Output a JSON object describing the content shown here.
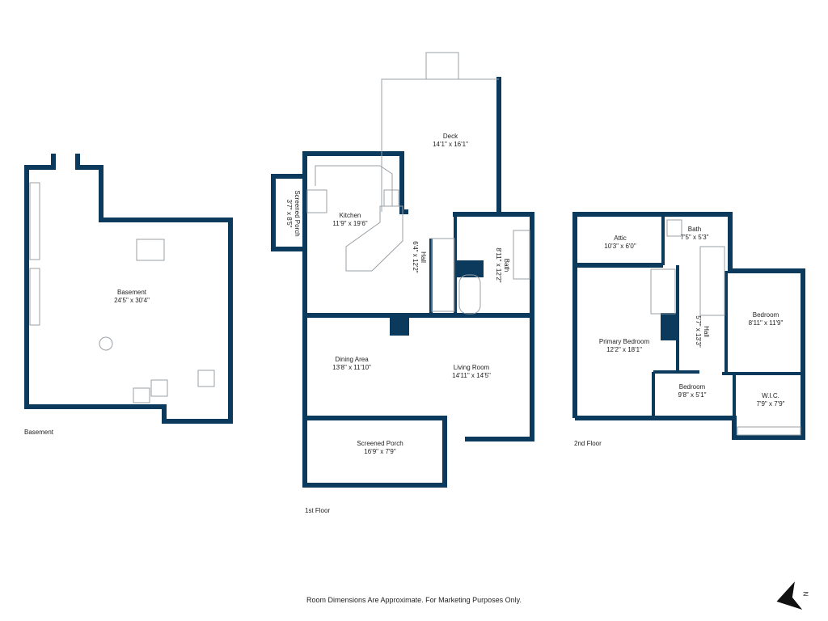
{
  "colors": {
    "wall": "#0c3a5c",
    "fixture": "#9aa0a6"
  },
  "floors": {
    "basement": "Basement",
    "first": "1st Floor",
    "second": "2nd Floor"
  },
  "rooms": {
    "basement": {
      "name": "Basement",
      "dim": "24'5\" x 30'4\""
    },
    "deck": {
      "name": "Deck",
      "dim": "14'1\" x 16'1\""
    },
    "screened_porch_small": {
      "name": "Screened Porch",
      "dim": "3'7\" x 8'5\""
    },
    "kitchen": {
      "name": "Kitchen",
      "dim": "11'9\" x 19'6\""
    },
    "hall1": {
      "name": "Hall",
      "dim": "6'4\" x 12'2\""
    },
    "bath1": {
      "name": "Bath",
      "dim": "8'11\" x 12'2\""
    },
    "dining": {
      "name": "Dining Area",
      "dim": "13'8\" x 11'10\""
    },
    "living": {
      "name": "Living Room",
      "dim": "14'11\" x 14'5\""
    },
    "screened_porch": {
      "name": "Screened Porch",
      "dim": "16'9\" x 7'9\""
    },
    "attic": {
      "name": "Attic",
      "dim": "10'3\" x 6'0\""
    },
    "bath2": {
      "name": "Bath",
      "dim": "7'5\" x 5'3\""
    },
    "primary": {
      "name": "Primary Bedroom",
      "dim": "12'2\" x 18'1\""
    },
    "hall2": {
      "name": "Hall",
      "dim": "5'7\" x 13'3\""
    },
    "bedroom_a": {
      "name": "Bedroom",
      "dim": "8'11\" x 11'9\""
    },
    "bedroom_b": {
      "name": "Bedroom",
      "dim": "9'8\" x 5'1\""
    },
    "wic": {
      "name": "W.I.C.",
      "dim": "7'9\" x 7'9\""
    }
  },
  "footer": "Room Dimensions Are Approximate. For Marketing Purposes Only.",
  "compass": {
    "label": "N",
    "icon": "north-arrow-icon"
  }
}
